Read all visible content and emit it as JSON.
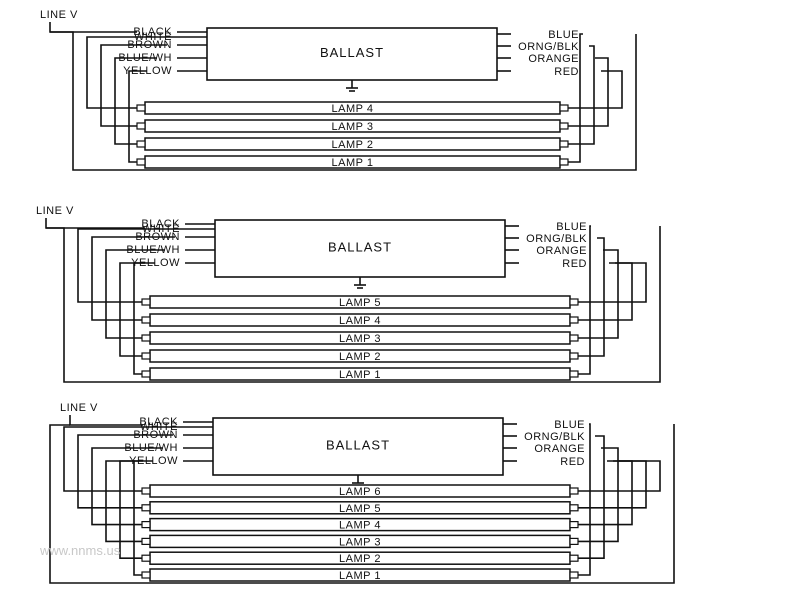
{
  "diagrams": [
    {
      "line_label": "LINE V",
      "ballast_label": "BALLAST",
      "left_wires": [
        "BLACK",
        "WHITE",
        "BROWN",
        "BLUE/WH",
        "YELLOW"
      ],
      "right_wires": [
        "BLUE",
        "ORNG/BLK",
        "ORANGE",
        "RED"
      ],
      "lamps": [
        "LAMP 4",
        "LAMP 3",
        "LAMP 2",
        "LAMP 1"
      ]
    },
    {
      "line_label": "LINE V",
      "ballast_label": "BALLAST",
      "left_wires": [
        "BLACK",
        "WHITE",
        "BROWN",
        "BLUE/WH",
        "YELLOW"
      ],
      "right_wires": [
        "BLUE",
        "ORNG/BLK",
        "ORANGE",
        "RED"
      ],
      "lamps": [
        "LAMP 5",
        "LAMP 4",
        "LAMP 3",
        "LAMP 2",
        "LAMP 1"
      ]
    },
    {
      "line_label": "LINE V",
      "ballast_label": "BALLAST",
      "left_wires": [
        "BLACK",
        "WHITE",
        "BROWN",
        "BLUE/WH",
        "YELLOW"
      ],
      "right_wires": [
        "BLUE",
        "ORNG/BLK",
        "ORANGE",
        "RED"
      ],
      "lamps": [
        "LAMP 6",
        "LAMP 5",
        "LAMP 4",
        "LAMP 3",
        "LAMP 2",
        "LAMP 1"
      ]
    }
  ],
  "watermark": "www.nnms.us",
  "colors": {
    "line": "#111111",
    "background": "#ffffff",
    "watermark": "#c8c8c8"
  }
}
